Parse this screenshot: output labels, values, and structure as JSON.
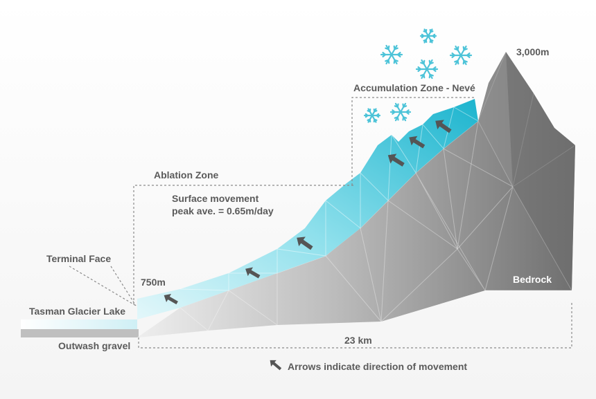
{
  "labels": {
    "peak_elevation": "3,000m",
    "accumulation_zone": "Accumulation Zone - Nevé",
    "ablation_zone": "Ablation Zone",
    "surface_movement_line1": "Surface movement",
    "surface_movement_line2": "peak ave. = 0.65m/day",
    "terminal_face": "Terminal Face",
    "terminal_elevation": "750m",
    "lake": "Tasman Glacier Lake",
    "outwash": "Outwash gravel",
    "bedrock": "Bedrock",
    "length": "23 km",
    "legend": "Arrows indicate direction of movement"
  },
  "colors": {
    "ice_light": "#cfeff5",
    "ice_mid": "#6fd3e3",
    "ice_dark": "#1fb6cf",
    "rock_dark": "#7a7a7a",
    "rock_light": "#d9d9d9",
    "snowflake": "#4cc3d8",
    "label": "#5a5a5a",
    "arrow": "#555555"
  },
  "icons": [
    "snowflake-icon",
    "movement-arrow-icon"
  ]
}
